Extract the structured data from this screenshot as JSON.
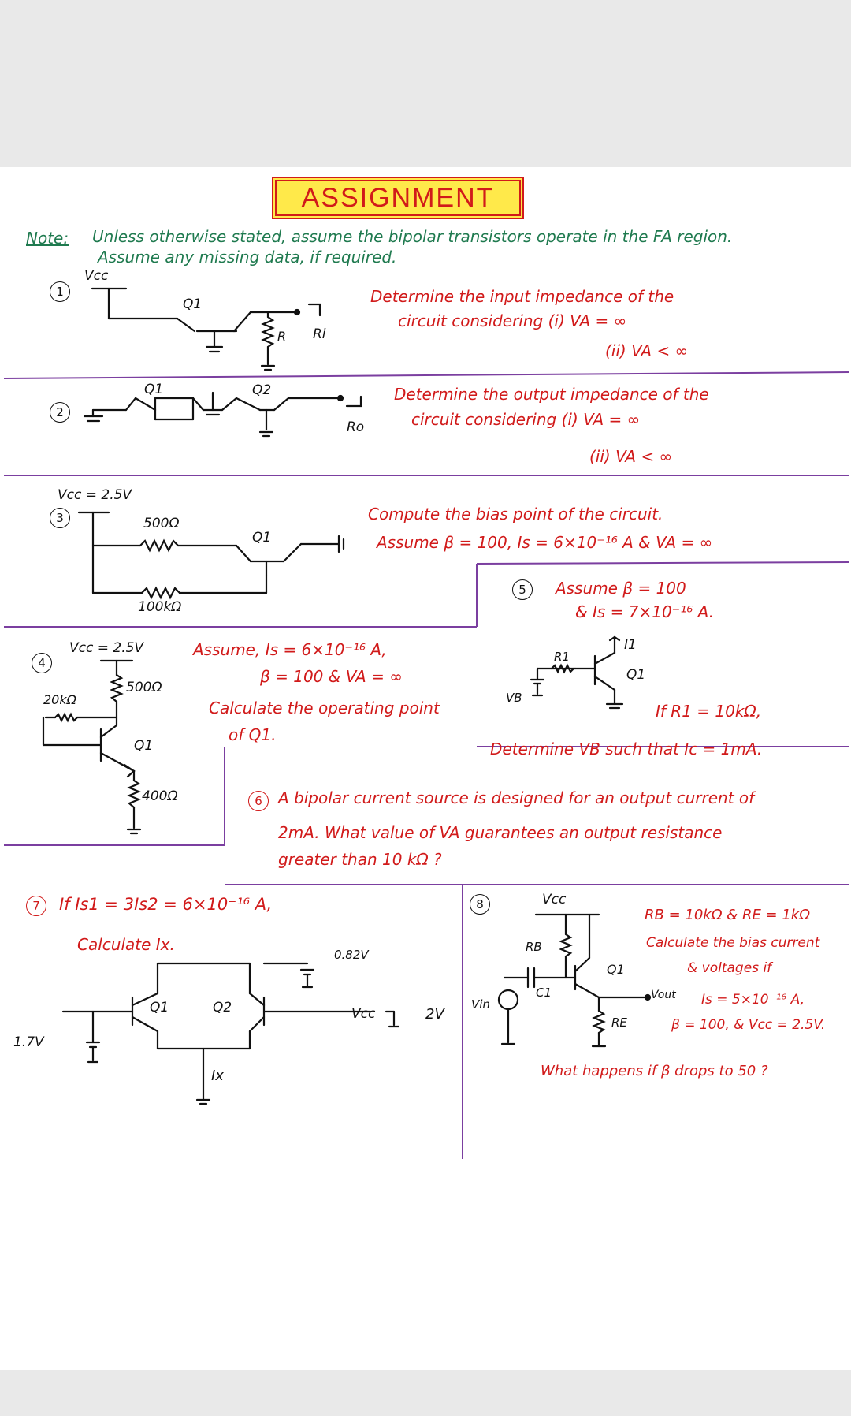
{
  "title": "ASSIGNMENT",
  "note": {
    "label": "Note:",
    "line1": "Unless otherwise stated, assume the bipolar transistors operate in the FA region.",
    "line2": "Assume any missing data, if required."
  },
  "q1": {
    "number": "1",
    "labels": {
      "vcc": "Vcc",
      "q1": "Q1",
      "r": "R",
      "ri": "Ri"
    },
    "text1": "Determine the input impedance of the",
    "text2": "circuit considering (i) VA = ∞",
    "text3": "(ii) VA < ∞"
  },
  "q2": {
    "number": "2",
    "labels": {
      "q1": "Q1",
      "q2": "Q2",
      "ro": "Ro"
    },
    "text1": "Determine the output impedance of the",
    "text2": "circuit considering (i) VA = ∞",
    "text3": "(ii) VA < ∞"
  },
  "q3": {
    "number": "3",
    "labels": {
      "vcc": "Vcc = 2.5V",
      "r1": "500Ω",
      "r2": "100kΩ",
      "q1": "Q1"
    },
    "text1": "Compute the bias point of the circuit.",
    "text2": "Assume β = 100, Is = 6×10⁻¹⁶ A & VA = ∞"
  },
  "q4": {
    "number": "4",
    "labels": {
      "vcc": "Vcc = 2.5V",
      "r1": "20kΩ",
      "r2": "500Ω",
      "r3": "400Ω",
      "q1": "Q1"
    },
    "text1": "Assume, Is = 6×10⁻¹⁶ A,",
    "text2": "β = 100 & VA = ∞",
    "text3": "Calculate the operating point",
    "text4": "of Q1."
  },
  "q5": {
    "number": "5",
    "labels": {
      "r1": "R1",
      "q1": "Q1",
      "vb": "VB",
      "i1": "I1"
    },
    "text1": "Assume β = 100",
    "text2": "& Is = 7×10⁻¹⁶ A.",
    "text3": "If R1 = 10kΩ,",
    "text4": "Determine VB such that Ic = 1mA."
  },
  "q6": {
    "number": "6",
    "text1": "A bipolar current source is designed for an output current of",
    "text2": "2mA. What value of VA guarantees an output resistance",
    "text3": "greater than 10 kΩ ?"
  },
  "q7": {
    "number": "7",
    "text1": "If Is1 = 3Is2 = 6×10⁻¹⁶ A,",
    "text2": "Calculate Ix.",
    "labels": {
      "q1": "Q1",
      "q2": "Q2",
      "v1": "0.82V",
      "vcc": "Vcc",
      "v2": "2V",
      "v3": "1.7V",
      "ix": "Ix"
    }
  },
  "q8": {
    "number": "8",
    "labels": {
      "vcc": "Vcc",
      "rb": "RB",
      "c1": "C1",
      "q1": "Q1",
      "vout": "Vout",
      "vin": "Vin",
      "re": "RE"
    },
    "text1": "RB = 10kΩ & RE = 1kΩ",
    "text2": "Calculate the bias current",
    "text3": "& voltages if",
    "text4": "Is = 5×10⁻¹⁶ A,",
    "text5": "β = 100, & Vcc = 2.5V.",
    "text6": "What happens if β drops to 50 ?"
  },
  "colors": {
    "ink_red": "#d11a1a",
    "ink_green": "#1f7a4f",
    "ink_black": "#111111",
    "divider": "#7b3fa0",
    "title_bg": "#ffe94a"
  }
}
